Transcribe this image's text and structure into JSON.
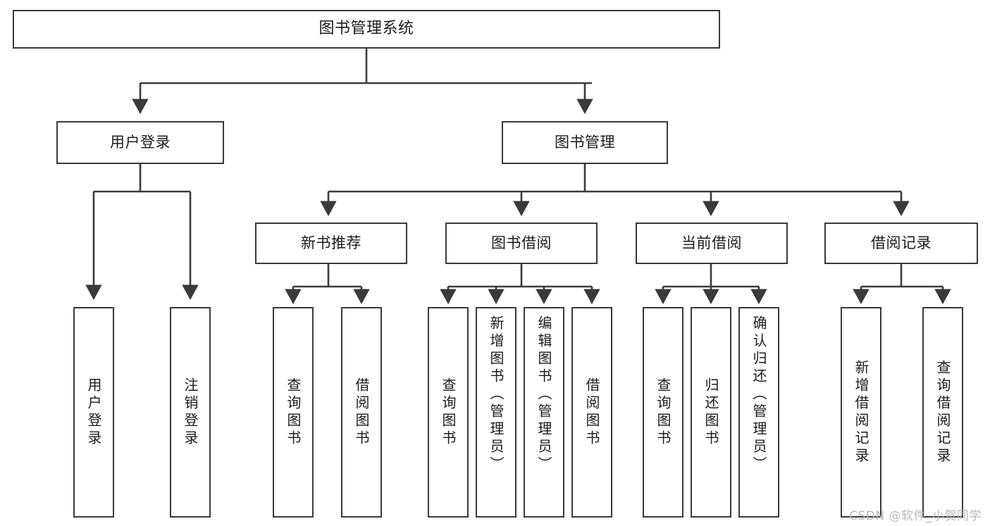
{
  "diagram": {
    "type": "hierarchy-tree",
    "title": "图书管理系统",
    "watermark": "CSDN @软件_小贺同学",
    "colors": {
      "box_border": "#3a3a3a",
      "box_fill": "#ffffff",
      "edge": "#3a3a3a",
      "text": "#1b1b1b",
      "watermark": "#b9b9b9"
    },
    "nodes": {
      "root": {
        "label": "图书管理系统"
      },
      "level2": [
        {
          "id": "user-login",
          "label": "用户登录"
        },
        {
          "id": "book-manage",
          "label": "图书管理"
        }
      ],
      "level3": [
        {
          "id": "new-book-recommend",
          "label": "新书推荐"
        },
        {
          "id": "book-borrow",
          "label": "图书借阅"
        },
        {
          "id": "current-borrow",
          "label": "当前借阅"
        },
        {
          "id": "borrow-record",
          "label": "借阅记录"
        }
      ],
      "leaves": {
        "user-login": [
          {
            "id": "leaf-user-login",
            "label": "用户登录"
          },
          {
            "id": "leaf-logout",
            "label": "注销登录"
          }
        ],
        "new-book-recommend": [
          {
            "id": "leaf-query-book-1",
            "label": "查询图书"
          },
          {
            "id": "leaf-borrow-book-1",
            "label": "借阅图书"
          }
        ],
        "book-borrow": [
          {
            "id": "leaf-query-book-2",
            "label": "查询图书"
          },
          {
            "id": "leaf-add-book",
            "label": "新增图书（管理员）"
          },
          {
            "id": "leaf-edit-book",
            "label": "编辑图书（管理员）"
          },
          {
            "id": "leaf-borrow-book-2",
            "label": "借阅图书"
          }
        ],
        "current-borrow": [
          {
            "id": "leaf-query-book-3",
            "label": "查询图书"
          },
          {
            "id": "leaf-return-book",
            "label": "归还图书"
          },
          {
            "id": "leaf-confirm-return",
            "label": "确认归还（管理员）"
          }
        ],
        "borrow-record": [
          {
            "id": "leaf-add-record",
            "label": "新增借阅记录"
          },
          {
            "id": "leaf-query-record",
            "label": "查询借阅记录"
          }
        ]
      }
    }
  }
}
